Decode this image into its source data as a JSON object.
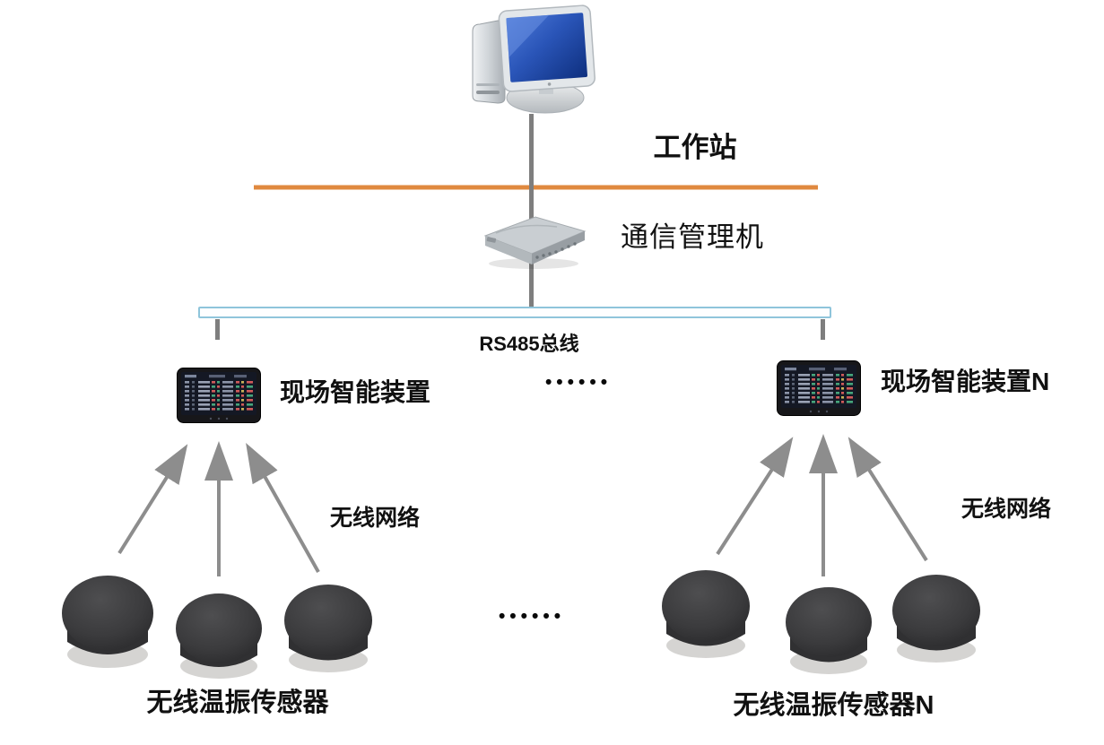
{
  "diagram": {
    "nodes": {
      "workstation": {
        "label": "工作站",
        "icon": "desktop-computer-icon"
      },
      "comm_manager": {
        "label": "通信管理机",
        "icon": "modem-icon"
      },
      "bus": {
        "label": "RS485总线"
      },
      "device_left": {
        "label": "现场智能装置",
        "icon": "hmi-screen-icon"
      },
      "device_right": {
        "label": "现场智能装置N",
        "icon": "hmi-screen-icon"
      },
      "wireless_left": {
        "label": "无线网络"
      },
      "wireless_right": {
        "label": "无线网络"
      },
      "sensors_left": {
        "label": "无线温振传感器",
        "icon": "sensor-puck-icon",
        "count": 3
      },
      "sensors_right": {
        "label": "无线温振传感器N",
        "icon": "sensor-puck-icon",
        "count": 3
      }
    },
    "ellipsis_devices": "••••••",
    "ellipsis_sensors": "••••••",
    "colors": {
      "orange_line": "#E0893F",
      "bus_border": "#8FC5DB",
      "connector_gray": "#7E7E7E",
      "arrow_gray": "#8D8D8D",
      "screen_blue": "#1E4FB4"
    }
  }
}
